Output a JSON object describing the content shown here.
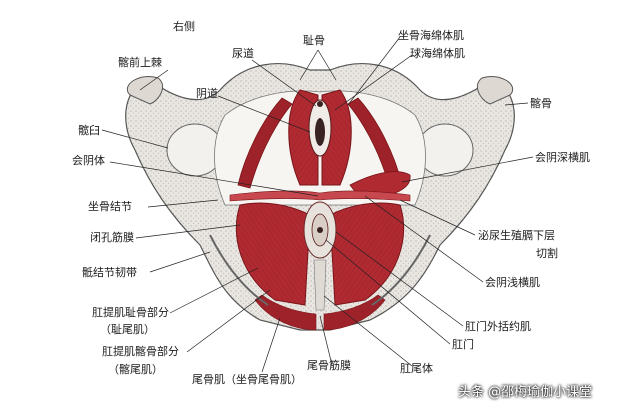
{
  "labels": {
    "right_side": "右侧",
    "pubis": "耻骨",
    "ischiocavernosus": "坐骨海绵体肌",
    "bulbospongiosus": "球海绵体肌",
    "urethra": "尿道",
    "asis": "髂前上棘",
    "vagina": "阴道",
    "ilium": "髂骨",
    "acetabulum": "髋臼",
    "perineal_body": "会阴体",
    "deep_transverse": "会阴深横肌",
    "ischial_tuberosity": "坐骨结节",
    "urogenital_diaphragm": "泌尿生殖膈下层",
    "cut": "切割",
    "obturator_fascia": "闭孔筋膜",
    "sacrotuberous": "骶结节韧带",
    "superficial_transverse": "会阴浅横肌",
    "pubococcygeus": "肛提肌耻骨部分",
    "pubococcygeus_sub": "（耻尾肌）",
    "external_sphincter": "肛门外括约肌",
    "anus": "肛门",
    "iliococcygeus": "肛提肌髂骨部分",
    "iliococcygeus_sub": "（髂尾肌）",
    "coccygeus": "尾骨肌（坐骨尾骨肌）",
    "coccygeal_fascia": "尾骨筋膜",
    "coccyx": "肛尾体"
  },
  "watermark": "头条 @邵梅瑜伽小课堂",
  "colors": {
    "muscle": "#b02a32",
    "muscle_dark": "#7a1419",
    "bone": "#e9e6e1",
    "bone_stipple": "#7d7d7d",
    "line": "#222222"
  }
}
